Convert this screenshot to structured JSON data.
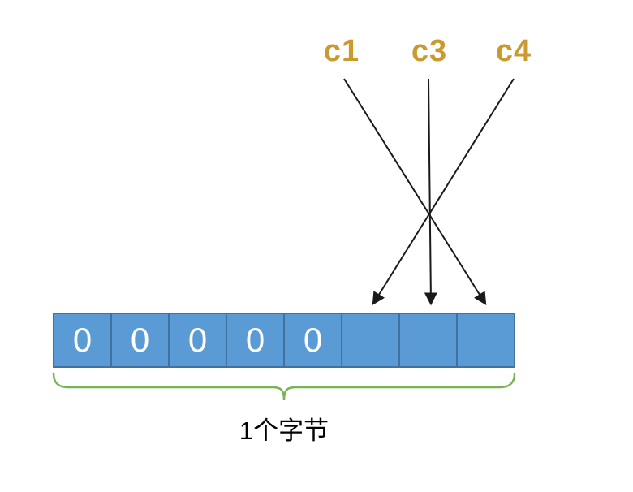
{
  "labels": [
    {
      "id": "c1",
      "text": "c1"
    },
    {
      "id": "c3",
      "text": "c3"
    },
    {
      "id": "c4",
      "text": "c4"
    }
  ],
  "byte_row": {
    "cells": [
      "0",
      "0",
      "0",
      "0",
      "0",
      "",
      "",
      ""
    ],
    "caption": "1个字节"
  },
  "connections": [
    {
      "from": "c1",
      "to_cell_index": 7
    },
    {
      "from": "c3",
      "to_cell_index": 6
    },
    {
      "from": "c4",
      "to_cell_index": 5
    }
  ],
  "colors": {
    "cell-fill": "#5B9BD5",
    "cell-border": "#41719C",
    "cell-text": "#FFFFFF",
    "label-color": "#C99A2E",
    "arrow-color": "#1a1a1a",
    "brace-color": "#77B352",
    "caption-color": "#000000"
  }
}
